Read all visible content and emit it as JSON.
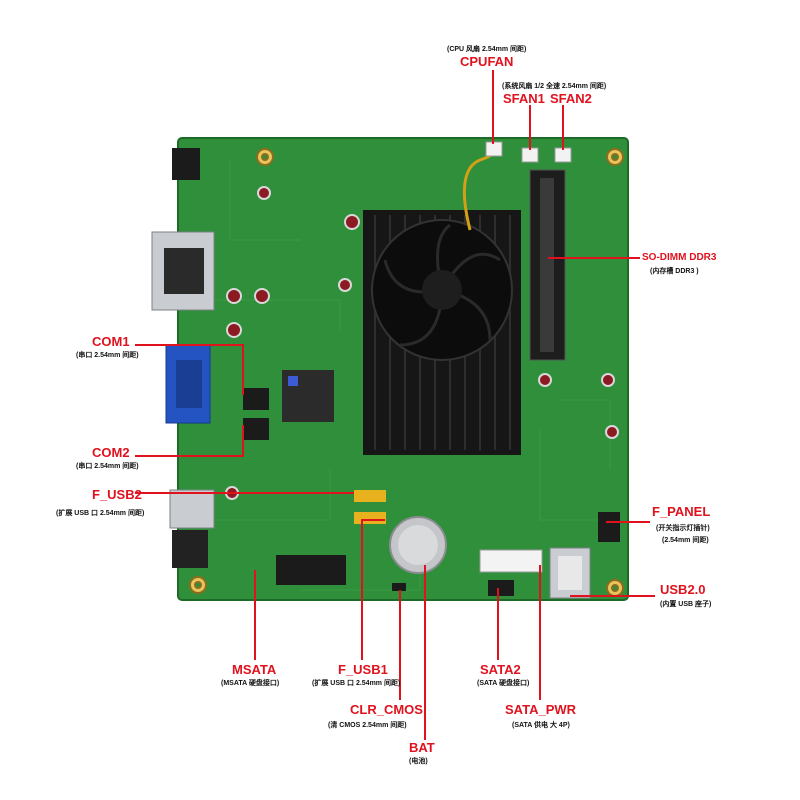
{
  "colors": {
    "accent": "#e0121e",
    "pcb": "#2f8f3a",
    "heatsink": "#161616",
    "text": "#111111"
  },
  "connectors": {
    "cpufan": {
      "name": "CPUFAN",
      "desc": "(CPU 风扇  2.54mm 间距)"
    },
    "sfan1": {
      "name": "SFAN1"
    },
    "sfan2": {
      "name": "SFAN2",
      "desc": "(系统风扇 1/2 全速  2.54mm 间距)"
    },
    "sodimm": {
      "name": "SO-DIMM DDR3",
      "desc": "(内存槽  DDR3 )"
    },
    "com1": {
      "name": "COM1",
      "desc": "(串口 2.54mm 间距)"
    },
    "com2": {
      "name": "COM2",
      "desc": "(串口 2.54mm 间距)"
    },
    "f_usb2": {
      "name": "F_USB2",
      "desc": "(扩展 USB 口 2.54mm 间距)"
    },
    "f_panel": {
      "name": "F_PANEL",
      "desc": "(开关指示灯插针)",
      "desc2": "(2.54mm 间距)"
    },
    "usb20": {
      "name": "USB2.0",
      "desc": "(内置 USB 座子)"
    },
    "msata": {
      "name": "MSATA",
      "desc": "(MSATA 硬盘接口)"
    },
    "f_usb1": {
      "name": "F_USB1",
      "desc": "(扩展 USB 口  2.54mm 间距)"
    },
    "sata2": {
      "name": "SATA2",
      "desc": "(SATA 硬盘接口)"
    },
    "clr_cmos": {
      "name": "CLR_CMOS",
      "desc": "(清 CMOS 2.54mm 间距)"
    },
    "sata_pwr": {
      "name": "SATA_PWR",
      "desc": "(SATA 供电  大 4P)"
    },
    "bat": {
      "name": "BAT",
      "desc": "(电池)"
    }
  }
}
